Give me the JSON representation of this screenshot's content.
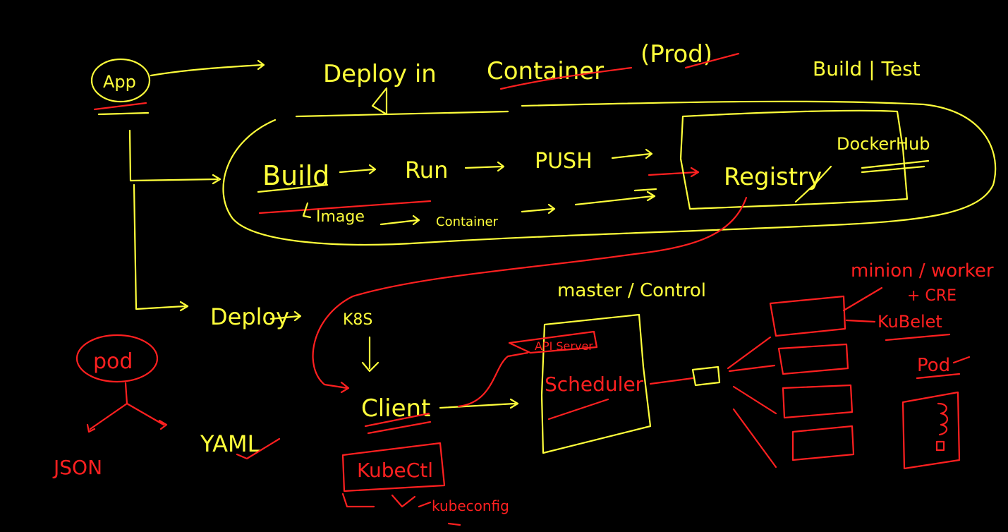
{
  "colors": {
    "background": "#000000",
    "yellow_ink": "#ffff3b",
    "red_ink": "#ff2020"
  },
  "labels": {
    "app": "App",
    "deploy_in": "Deploy in",
    "container": "Container",
    "prod": "(Prod)",
    "build_test": "Build | Test",
    "build": "Build",
    "run": "Run",
    "push": "PUSH",
    "registry": "Registry",
    "dockerhub": "DockerHub",
    "image": "Image",
    "container_small": "Container",
    "deploy": "Deploy",
    "k8s": "K8S",
    "master_control": "master / Control",
    "api_server": "API Server",
    "scheduler": "Scheduler",
    "client": "Client",
    "kubectl": "KubeCtl",
    "kubeconfig": "kubeconfig",
    "minion_worker": "minion / worker",
    "cre": "+ CRE",
    "kubelet": "KuBelet",
    "pod": "Pod",
    "pod_circle": "pod",
    "json": "JSON",
    "yaml": "YAML"
  }
}
